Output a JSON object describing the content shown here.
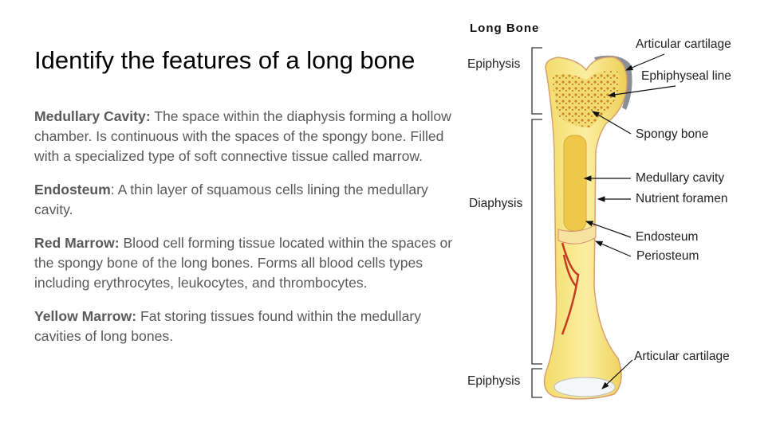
{
  "slide": {
    "title": "Identify the features of a long bone",
    "paragraphs": [
      {
        "term": "Medullary Cavity:",
        "text": " The space within the diaphysis forming a hollow chamber. Is continuous with the spaces of the spongy bone. Filled with a specialized type of soft connective tissue called marrow."
      },
      {
        "term": "Endosteum",
        "text": ": A thin layer of squamous cells lining the medullary cavity."
      },
      {
        "term": "Red Marrow:",
        "text": " Blood cell forming tissue located within the spaces or the spongy bone of the long bones. Forms all blood cells types including erythrocytes, leukocytes, and thrombocytes."
      },
      {
        "term": "Yellow Marrow:",
        "text": " Fat storing tissues found within the medullary cavities of long bones."
      }
    ]
  },
  "figure": {
    "title": "Long Bone",
    "labels": {
      "articular_top": "Articular cartilage",
      "epiphyseal_line": "Ephiphyseal line",
      "spongy": "Spongy bone",
      "medullary": "Medullary cavity",
      "nutrient": "Nutrient foramen",
      "endosteum": "Endosteum",
      "periosteum": "Periosteum",
      "articular_bottom": "Articular cartilage",
      "epiphysis_top": "Epiphysis",
      "diaphysis": "Diaphysis",
      "epiphysis_bottom": "Epiphysis"
    }
  }
}
